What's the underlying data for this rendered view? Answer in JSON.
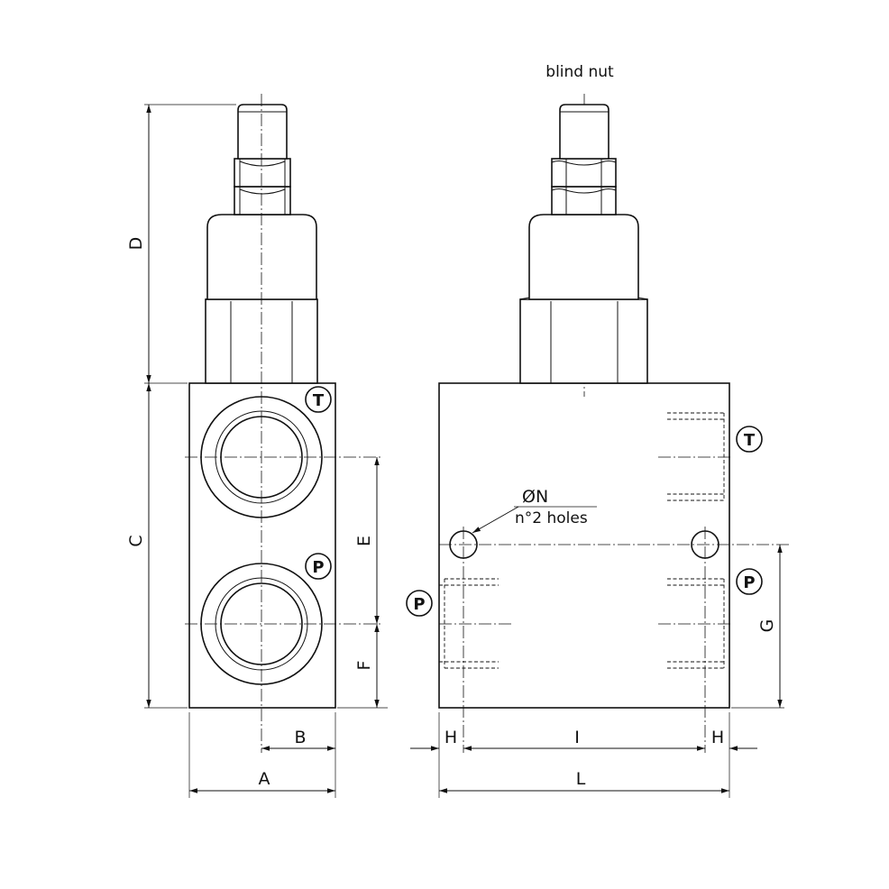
{
  "labels": {
    "blind_nut": "blind nut",
    "hole_diameter": "ØN",
    "hole_count": "n°2 holes"
  },
  "dimensions": {
    "A": "A",
    "B": "B",
    "C": "C",
    "D": "D",
    "E": "E",
    "F": "F",
    "G": "G",
    "H_left": "H",
    "H_right": "H",
    "I": "I",
    "L": "L"
  },
  "ports": {
    "front_T": "T",
    "front_P": "P",
    "side_T": "T",
    "side_P_right": "P",
    "side_P_left": "P"
  },
  "colors": {
    "line": "#111111",
    "background": "#ffffff"
  }
}
